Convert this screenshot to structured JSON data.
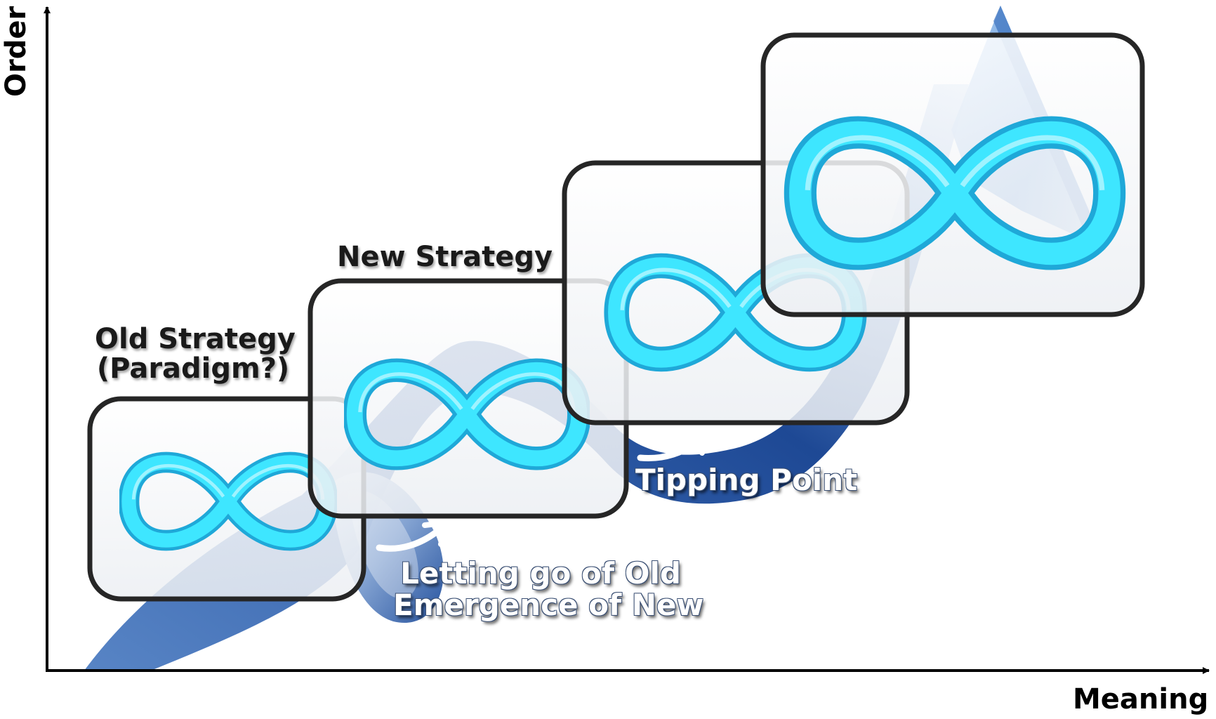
{
  "axes": {
    "x_label": "Meaning",
    "y_label": "Order"
  },
  "stages": [
    {
      "label_line1": "Old Strategy",
      "label_line2": "(Paradigm?)"
    },
    {
      "label_line1": "New Strategy"
    }
  ],
  "transitions": [
    {
      "label_line1": "Letting go of Old",
      "label_line2": "Emergence of New"
    },
    {
      "label_line1": "Tipping Point"
    }
  ],
  "colors": {
    "ribbon_light": "#8fb1e0",
    "ribbon_mid": "#4f7ec2",
    "ribbon_dark": "#123f8f",
    "infinity_cyan": "#34e0ff",
    "infinity_edge": "#1fa8d8",
    "box_border": "#262626",
    "axis": "#000000"
  },
  "icons": [
    "infinity-icon",
    "curved-arrow-icon"
  ]
}
